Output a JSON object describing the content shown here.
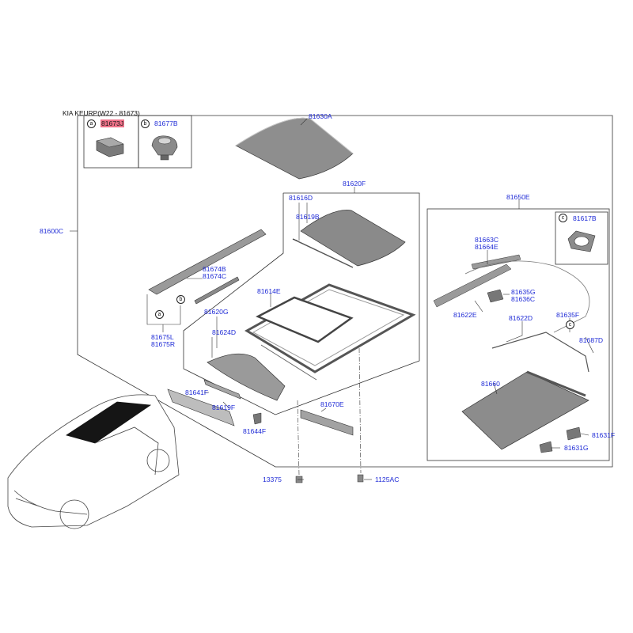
{
  "header": {
    "title": "KIA KEURP(W22 - 81673)"
  },
  "inset": {
    "a": {
      "marker": "a",
      "part": "81673J"
    },
    "b": {
      "marker": "b",
      "part": "81677B"
    },
    "c": {
      "marker": "c",
      "part": "81617B"
    }
  },
  "callouts": {
    "a": "a",
    "b": "b",
    "c": "c"
  },
  "parts": {
    "p81630A": "81630A",
    "p81620F": "81620F",
    "p81616D": "81616D",
    "p81619B": "81619B",
    "p81650E": "81650E",
    "p81600C": "81600C",
    "p81674B": "81674B",
    "p81674C": "81674C",
    "p81614E": "81614E",
    "p81620G": "81620G",
    "p81624D": "81624D",
    "p81675L": "81675L",
    "p81675R": "81675R",
    "p81641F": "81641F",
    "p81619F": "81619F",
    "p81644F": "81644F",
    "p81670E": "81670E",
    "p81663C": "81663C",
    "p81664E": "81664E",
    "p81622E": "81622E",
    "p81635G": "81635G",
    "p81636C": "81636C",
    "p81622D": "81622D",
    "p81635F": "81635F",
    "p81687D": "81687D",
    "p81660": "81660",
    "p81631F": "81631F",
    "p81631G": "81631G",
    "p13375": "13375",
    "p1125AC": "1125AC"
  },
  "colors": {
    "label": "#1f2bd6",
    "highlight": "#f0738a",
    "line": "#333333",
    "part_fill": "#8c8c8c"
  },
  "icons": [
    "car-outline-icon",
    "sunroof-glass-icon",
    "clip-icon",
    "grommet-icon",
    "seal-ring-icon"
  ]
}
